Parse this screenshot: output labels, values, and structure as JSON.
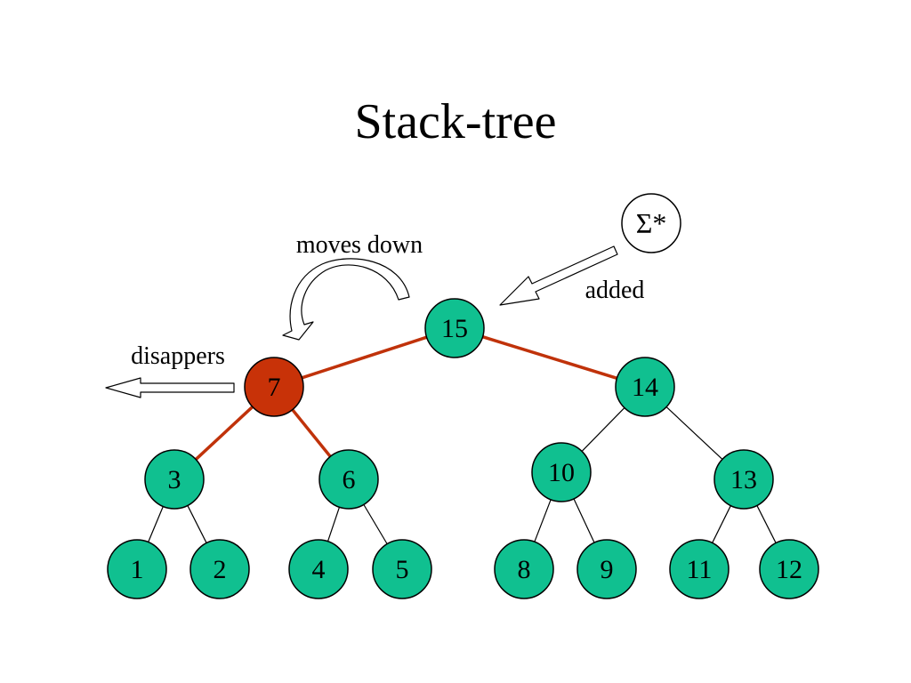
{
  "title": "Stack-tree",
  "labels": {
    "moves_down": "moves down",
    "disappears": "disappers",
    "added": "added",
    "sigma": "Σ*"
  },
  "colors": {
    "node_fill": "#10c090",
    "highlight_fill": "#c83208",
    "highlight_edge": "#c0320a"
  },
  "nodes": [
    {
      "id": "15",
      "label": "15",
      "highlight": false
    },
    {
      "id": "7",
      "label": "7",
      "highlight": true
    },
    {
      "id": "14",
      "label": "14",
      "highlight": false
    },
    {
      "id": "3",
      "label": "3",
      "highlight": false
    },
    {
      "id": "6",
      "label": "6",
      "highlight": false
    },
    {
      "id": "10",
      "label": "10",
      "highlight": false
    },
    {
      "id": "13",
      "label": "13",
      "highlight": false
    },
    {
      "id": "1",
      "label": "1",
      "highlight": false
    },
    {
      "id": "2",
      "label": "2",
      "highlight": false
    },
    {
      "id": "4",
      "label": "4",
      "highlight": false
    },
    {
      "id": "5",
      "label": "5",
      "highlight": false
    },
    {
      "id": "8",
      "label": "8",
      "highlight": false
    },
    {
      "id": "9",
      "label": "9",
      "highlight": false
    },
    {
      "id": "11",
      "label": "11",
      "highlight": false
    },
    {
      "id": "12",
      "label": "12",
      "highlight": false
    }
  ],
  "edges": [
    {
      "from": "15",
      "to": "7",
      "highlight": true
    },
    {
      "from": "15",
      "to": "14",
      "highlight": true
    },
    {
      "from": "7",
      "to": "3",
      "highlight": true
    },
    {
      "from": "7",
      "to": "6",
      "highlight": true
    },
    {
      "from": "14",
      "to": "10",
      "highlight": false
    },
    {
      "from": "14",
      "to": "13",
      "highlight": false
    },
    {
      "from": "3",
      "to": "1",
      "highlight": false
    },
    {
      "from": "3",
      "to": "2",
      "highlight": false
    },
    {
      "from": "6",
      "to": "4",
      "highlight": false
    },
    {
      "from": "6",
      "to": "5",
      "highlight": false
    },
    {
      "from": "10",
      "to": "8",
      "highlight": false
    },
    {
      "from": "10",
      "to": "9",
      "highlight": false
    },
    {
      "from": "13",
      "to": "11",
      "highlight": false
    },
    {
      "from": "13",
      "to": "12",
      "highlight": false
    }
  ]
}
